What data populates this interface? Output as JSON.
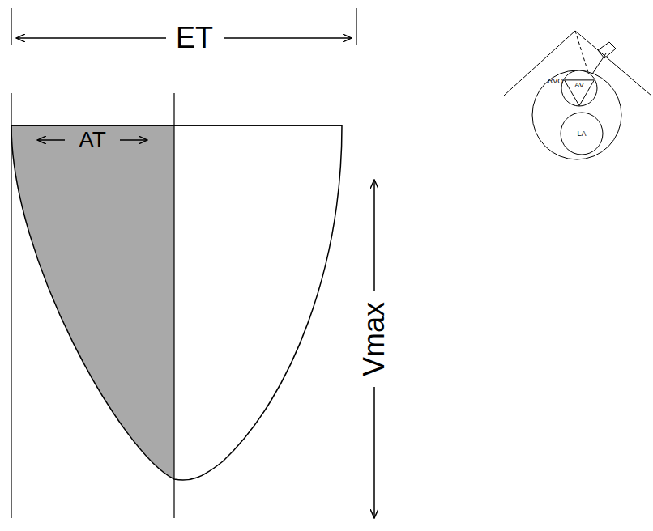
{
  "diagram": {
    "nodes": [
      {
        "text": [
          "RVOT"
        ]
      },
      {
        "text": [
          "AV"
        ],
        "in": 0
      },
      {
        "text": [
          "LA"
        ],
        "in": 0
      }
    ],
    "labels": [
      "ET",
      "AT",
      "Vmax"
    ]
  }
}
